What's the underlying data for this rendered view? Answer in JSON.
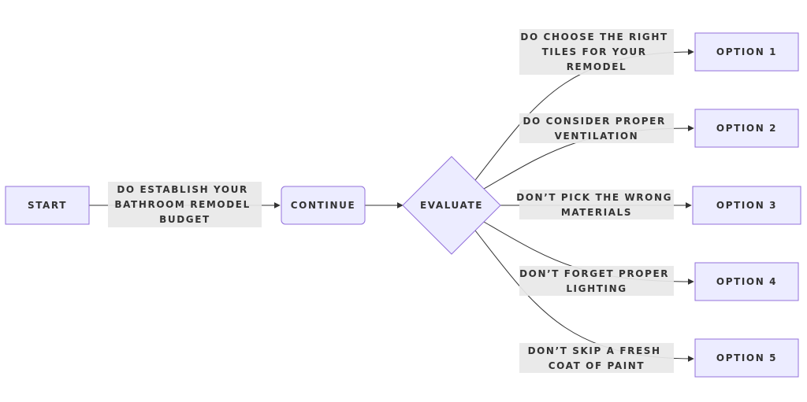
{
  "nodes": {
    "start": "START",
    "continue": "CONTINUE",
    "evaluate": "EVALUATE",
    "option1": "OPTION 1",
    "option2": "OPTION 2",
    "option3": "OPTION 3",
    "option4": "OPTION 4",
    "option5": "OPTION 5"
  },
  "edge_labels": {
    "budget": [
      "DO ESTABLISH YOUR",
      "BATHROOM REMODEL",
      "BUDGET"
    ],
    "tiles": [
      "DO CHOOSE THE RIGHT",
      "TILES FOR YOUR",
      "REMODEL"
    ],
    "ventilation": [
      "DO CONSIDER PROPER",
      "VENTILATION"
    ],
    "materials": [
      "DON’T PICK THE WRONG",
      "MATERIALS"
    ],
    "lighting": [
      "DON’T FORGET PROPER",
      "LIGHTING"
    ],
    "paint": [
      "DON’T SKIP A FRESH",
      "COAT OF PAINT"
    ]
  },
  "colors": {
    "node_fill": "#ececff",
    "node_stroke": "#9370db",
    "edge": "#333333",
    "label_bg": "#e8e8e8",
    "text": "#333333"
  }
}
